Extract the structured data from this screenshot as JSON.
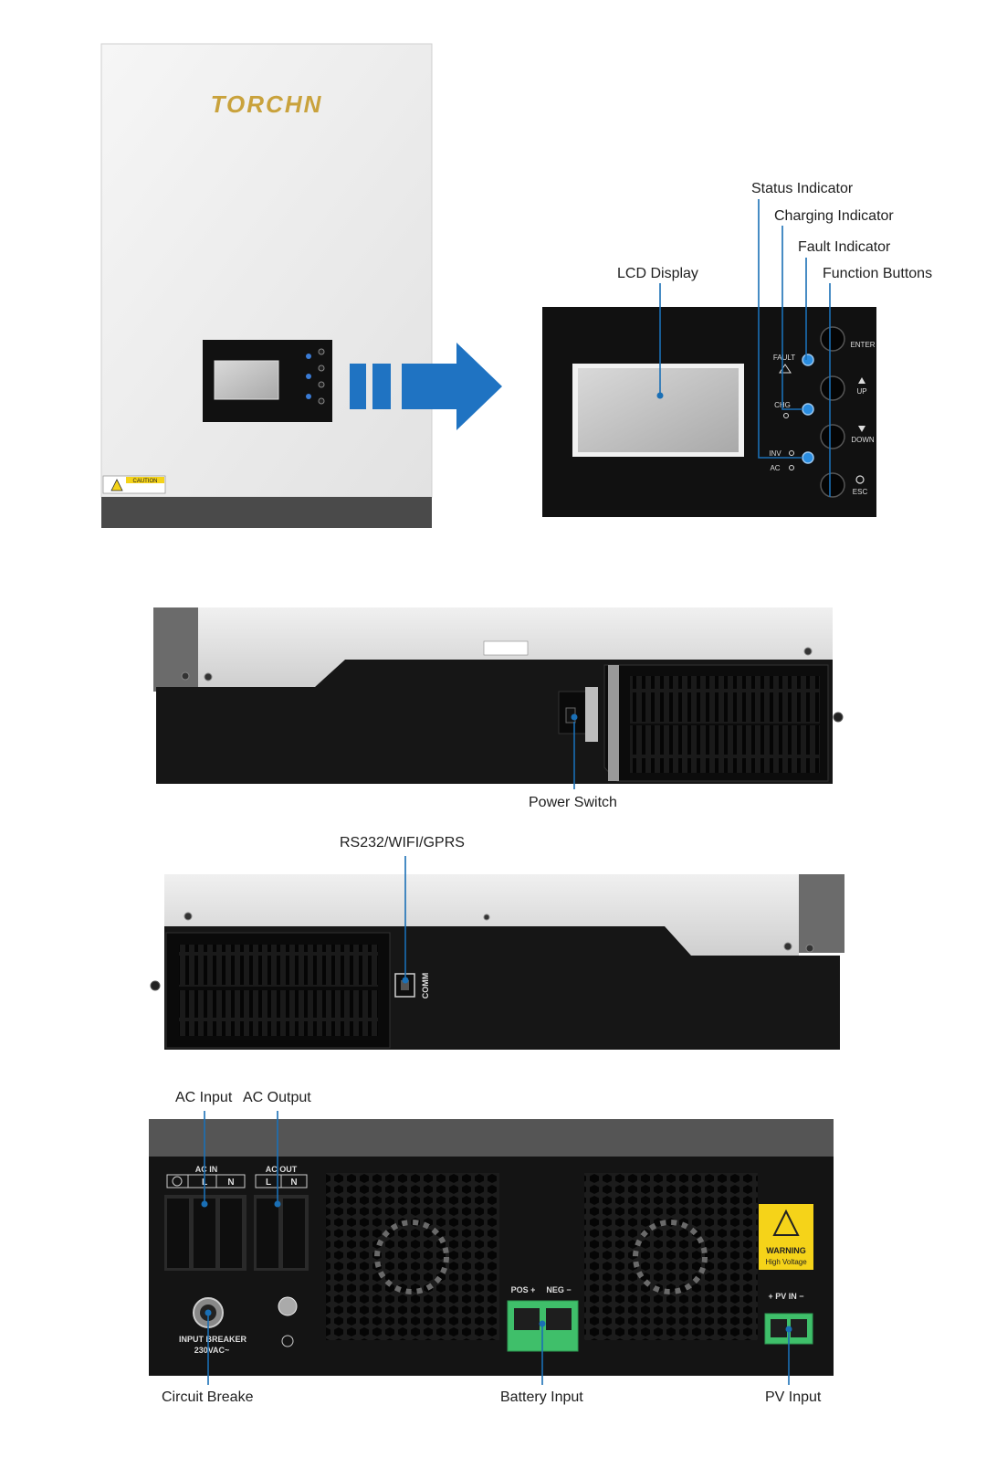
{
  "brand": {
    "name": "TORCHN"
  },
  "device_front": {
    "caution_label": "CAUTION",
    "panel_legends": [
      "FAULT",
      "CHG",
      "INV",
      "AC"
    ],
    "button_legends": [
      "ENTER",
      "UP",
      "DOWN",
      "ESC"
    ]
  },
  "callouts": {
    "status_indicator": "Status Indicator",
    "charging_indicator": "Charging Indicator",
    "fault_indicator": "Fault Indicator",
    "function_buttons": "Function Buttons",
    "lcd_display": "LCD Display",
    "power_switch": "Power Switch",
    "comm_port": "RS232/WIFI/GPRS",
    "ac_input": "AC Input",
    "ac_output": "AC Output",
    "circuit_breaker": "Circuit Breake",
    "battery_input": "Battery Input",
    "pv_input": "PV Input"
  },
  "side_panel": {
    "comm_label": "COMM"
  },
  "bottom_panel": {
    "ac_in_label": "AC IN",
    "ac_out_label": "AC OUT",
    "terminal_l": "L",
    "terminal_n": "N",
    "breaker_label": "INPUT BREAKER",
    "breaker_rating": "230VAC~",
    "pos_label": "POS +",
    "neg_label": "NEG −",
    "warning_title": "WARNING",
    "warning_sub": "High Voltage",
    "pv_label": "+ PV IN −"
  },
  "colors": {
    "callout_line": "#1a6fb5",
    "arrow": "#1f73c2",
    "accent_blue": "#2a8de0",
    "terminal_green": "#3fbf6a",
    "warning_yellow": "#f5d319",
    "brand_gold": "#c9a23c",
    "panel_black": "#111111"
  }
}
